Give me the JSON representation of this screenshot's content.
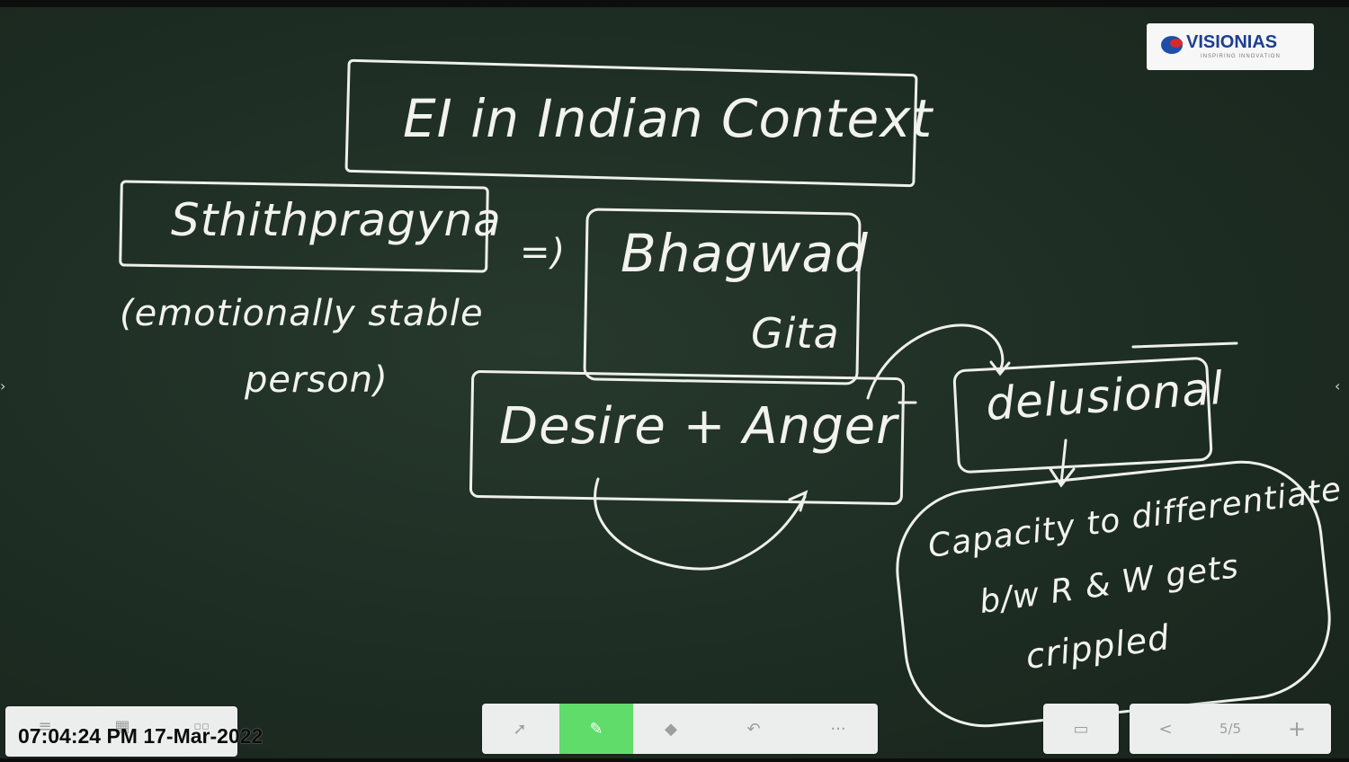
{
  "board": {
    "title": "EI in Indian Context",
    "term": "Sthithpragyna",
    "term_note_line1": "(emotionally stable",
    "term_note_line2": "person)",
    "arrow": "=)",
    "source_line1": "Bhagwad",
    "source_line2": "Gita",
    "cause": "Desire + Anger",
    "effect": "delusional",
    "result_line1": "Capacity to differentiate",
    "result_line2": "b/w R & W gets",
    "result_line3": "crippled"
  },
  "logo": {
    "brand": "VISIONIAS",
    "tagline": "INSPIRING INNOVATION"
  },
  "toolbar": {
    "tools": [
      {
        "name": "select",
        "icon": "pointer-icon"
      },
      {
        "name": "pen",
        "icon": "pen-icon",
        "active": true
      },
      {
        "name": "eraser",
        "icon": "eraser-icon"
      },
      {
        "name": "undo",
        "icon": "undo-icon"
      },
      {
        "name": "more",
        "icon": "more-icon",
        "label": "···"
      }
    ],
    "active_color": "#5fdc6a"
  },
  "pager": {
    "page": "5/5",
    "prev_label": "<",
    "add_label": "+"
  },
  "timestamp": "07:04:24 PM 17-Mar-2022"
}
